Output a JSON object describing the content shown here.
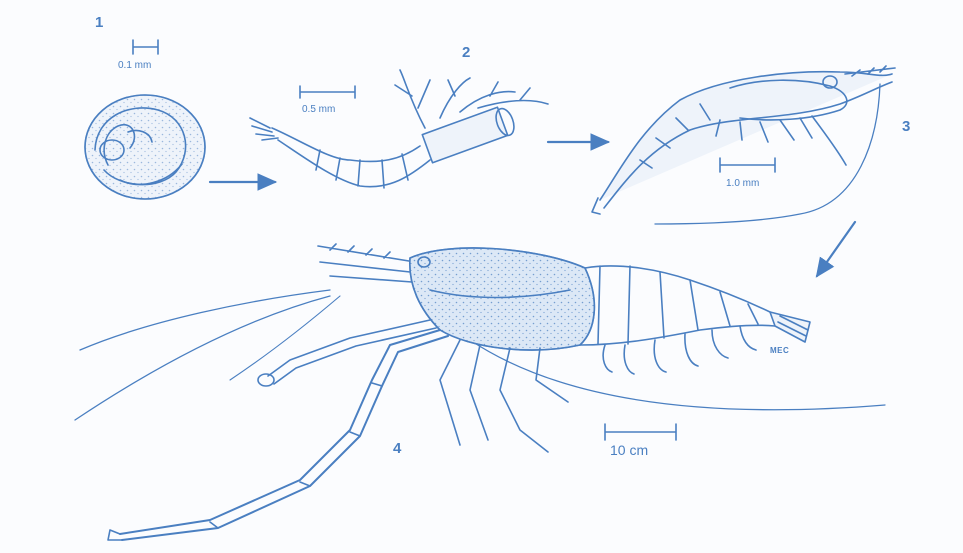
{
  "figure": {
    "line_color": "#4a7fc1",
    "fill_color": "#dce8f6",
    "background": "#fbfcfe",
    "stages": [
      {
        "number": "1",
        "scale_text": "0.1 mm"
      },
      {
        "number": "2",
        "scale_text": "0.5 mm"
      },
      {
        "number": "3",
        "scale_text": "1.0 mm"
      },
      {
        "number": "4",
        "scale_text": "10 cm"
      }
    ],
    "signature": "MEC"
  }
}
